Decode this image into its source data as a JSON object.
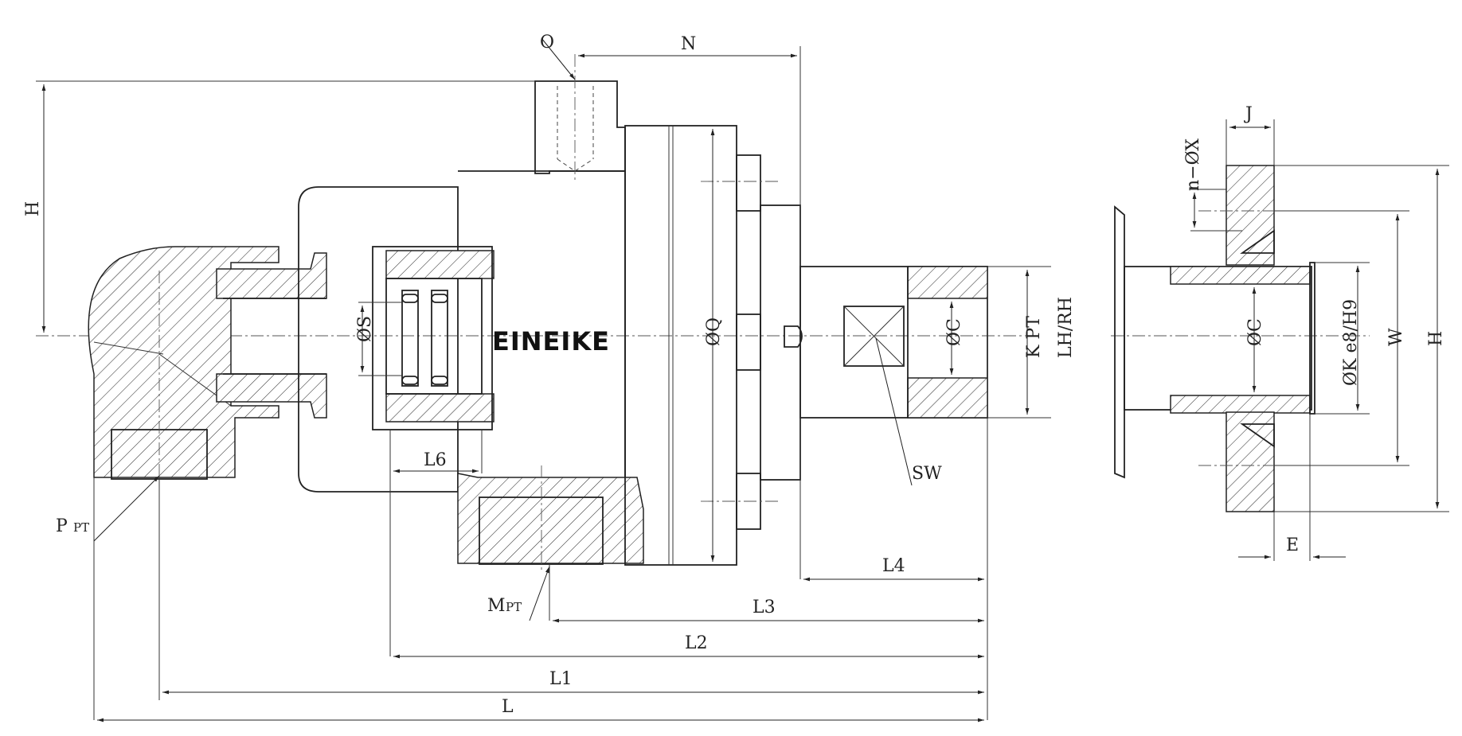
{
  "brand": "EINEIKE",
  "labels": {
    "O": "O",
    "N": "N",
    "H_left": "H",
    "phiS": "ØS",
    "phiQ": "ØQ",
    "phiC_main": "ØC",
    "K_PT": "K PT",
    "LH_RH": "LH/RH",
    "SW": "SW",
    "L6": "L6",
    "P": "P",
    "P_sub": "PT",
    "M": "M",
    "M_sub": "PT",
    "L4": "L4",
    "L3": "L3",
    "L2": "L2",
    "L1": "L1",
    "L": "L",
    "nX": "n−ØX",
    "J": "J",
    "phiC_flange": "ØC",
    "phiK": "ØK e8/H9",
    "W": "W",
    "H_right": "H",
    "E": "E"
  }
}
